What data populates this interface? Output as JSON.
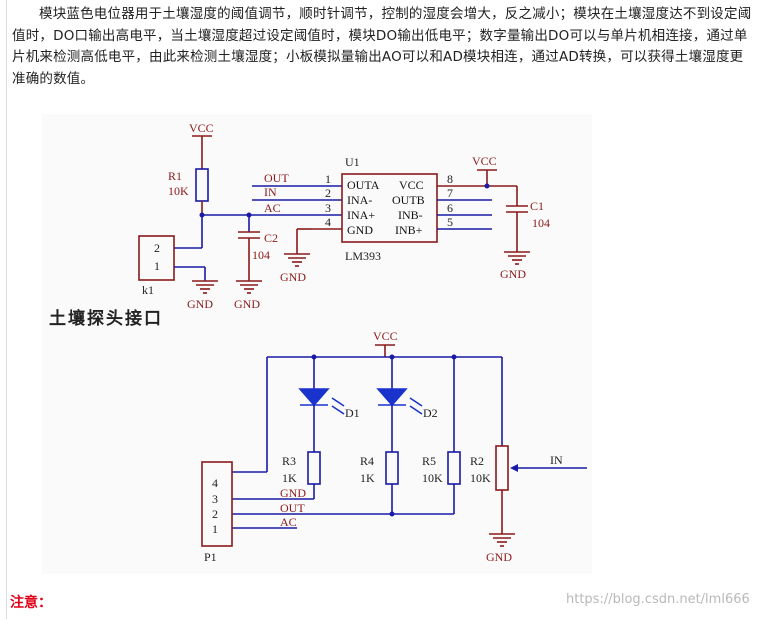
{
  "paragraph": "模块蓝色电位器用于土壤湿度的阈值调节，顺时针调节，控制的湿度会增大，反之减小；模块在土壤湿度达不到设定阈值时，DO口输出高电平，当土壤湿度超过设定阈值时，模块DO输出低电平；数字量输出DO可以与单片机相连接，通过单片机来检测高低电平，由此来检测土壤湿度；小板模拟量输出AO可以和AD模块相连，通过AD转换，可以获得土壤湿度更准确的数值。",
  "note_label": "注意：",
  "watermark": "https://blog.csdn.net/lml666",
  "schematic": {
    "vcc": "VCC",
    "gnd": "GND",
    "r1": "R1",
    "r1_val": "10K",
    "k1": "k1",
    "k1_pin2": "2",
    "k1_pin1": "1",
    "probe_label": "土壤探头接口",
    "net_out": "OUT",
    "net_in": "IN",
    "net_ac": "AC",
    "u1": "U1",
    "u1_part": "LM393",
    "pin1": "1",
    "pin2": "2",
    "pin3": "3",
    "pin4": "4",
    "pin5": "5",
    "pin6": "6",
    "pin7": "7",
    "pin8": "8",
    "ic_outa": "OUTA",
    "ic_vcc": "VCC",
    "ic_inam": "INA-",
    "ic_outb": "OUTB",
    "ic_inap": "INA+",
    "ic_inbm": "INB-",
    "ic_gnd": "GND",
    "ic_inbp": "INB+",
    "c1": "C1",
    "c1_val": "104",
    "c2": "C2",
    "c2_val": "104",
    "d1": "D1",
    "d2": "D2",
    "r3": "R3",
    "r3_val": "1K",
    "r4": "R4",
    "r4_val": "1K",
    "r5": "R5",
    "r5_val": "10K",
    "r2": "R2",
    "r2_val": "10K",
    "p1": "P1",
    "p1_pin4": "4",
    "p1_pin3": "3",
    "p1_pin2": "2",
    "p1_pin1": "1",
    "p1_gnd": "GND",
    "p1_out": "OUT",
    "p1_ac": "AC",
    "in_arrow": "IN"
  },
  "colors": {
    "wire": "#1a1aa6",
    "component": "#8b1a1a",
    "text_red": "#8b1a1a",
    "text_blue": "#1a1aa6",
    "led": "#1a33cc",
    "note": "#e0001a"
  }
}
